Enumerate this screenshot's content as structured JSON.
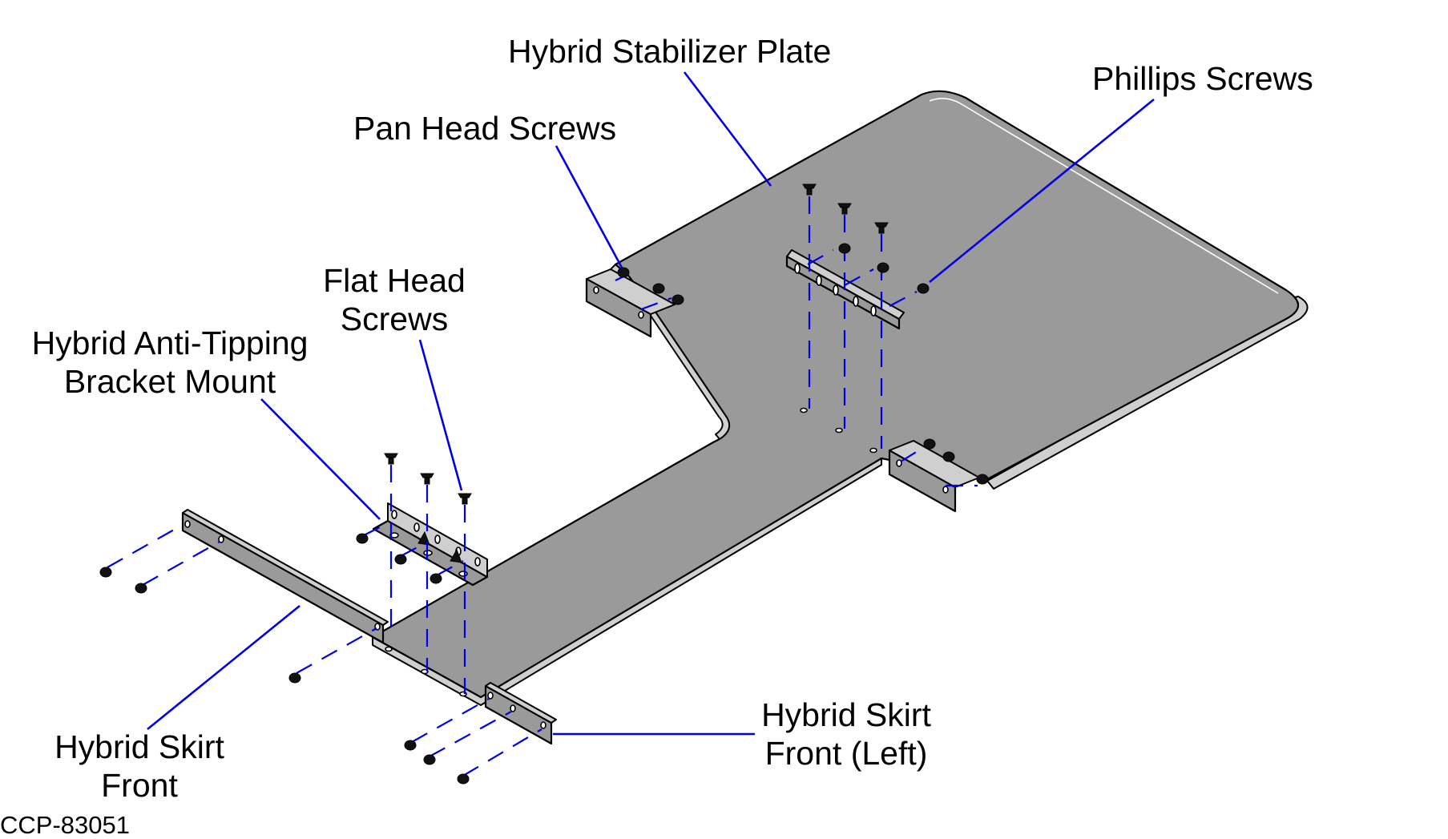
{
  "labels": {
    "stabilizer_plate": "Hybrid Stabilizer Plate",
    "phillips_screws": "Phillips Screws",
    "pan_head_screws": "Pan Head Screws",
    "flat_head_line1": "Flat Head",
    "flat_head_line2": "Screws",
    "anti_tipping_line1": "Hybrid Anti-Tipping",
    "anti_tipping_line2": "Bracket Mount",
    "skirt_front_line1": "Hybrid Skirt",
    "skirt_front_line2": "Front",
    "skirt_front_left_line1": "Hybrid Skirt",
    "skirt_front_left_line2": "Front (Left)"
  },
  "figure_code": "CCP-83051",
  "colors": {
    "leader_line": "#0000e6",
    "part_fill": "#9a9a9a",
    "outline": "#000000"
  }
}
